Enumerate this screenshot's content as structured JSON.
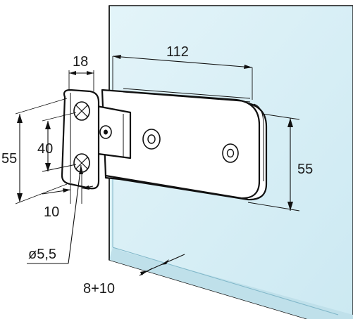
{
  "drawing": {
    "subject": "glass-to-wall hinge dimension drawing",
    "dimensions": {
      "length": "112",
      "plate_width": "18",
      "plate_height": "55",
      "hole_spacing": "40",
      "edge_offset": "10",
      "hole_diameter": "ø5,5",
      "glass_height_dim": "55",
      "glass_thickness": "8+10"
    },
    "colors": {
      "glass": "#d7eff6",
      "glass_edge": "#b8dce8",
      "line": "#111111",
      "part": "#ffffff"
    }
  }
}
